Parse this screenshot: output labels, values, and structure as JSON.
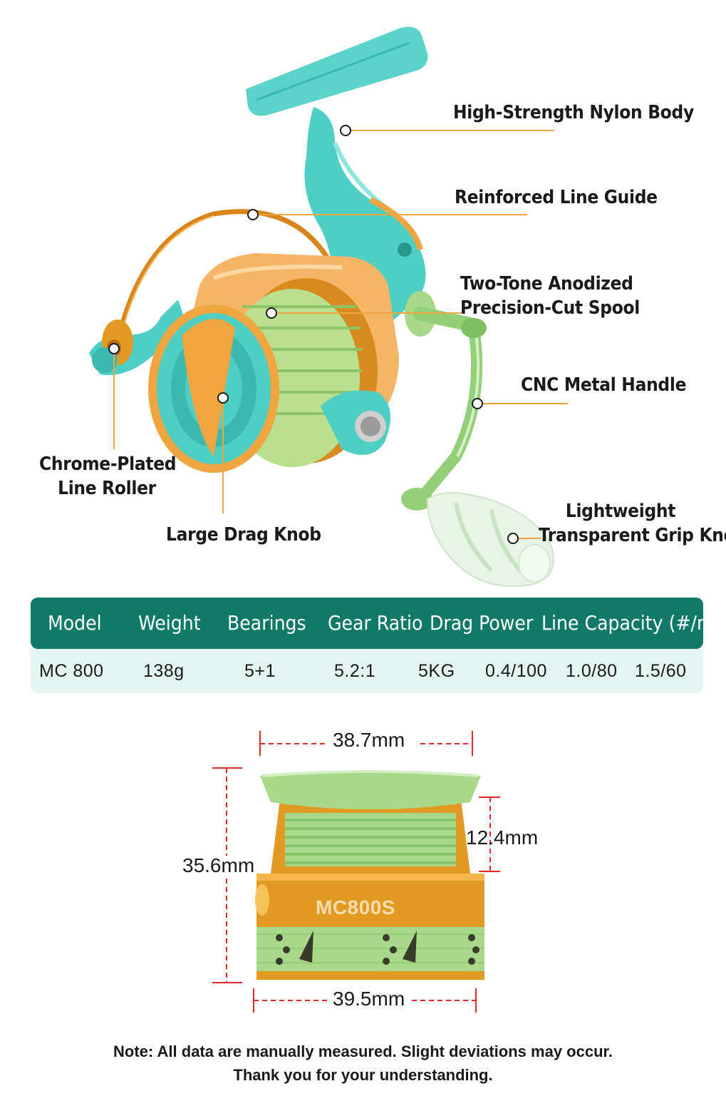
{
  "colors": {
    "teal_body": "#4fcfc4",
    "orange_accent": "#f0a640",
    "gold": "#e39a22",
    "green_metal": "#a8d98a",
    "header_green": "#117a66",
    "row_bg": "#e3f4f1",
    "dimension_red": "#e02b2b"
  },
  "callouts": {
    "body": "High-Strength Nylon Body",
    "line_guide": "Reinforced Line Guide",
    "spool_line1": "Two-Tone Anodized",
    "spool_line2": "Precision-Cut Spool",
    "handle": "CNC Metal Handle",
    "grip_line1": "Lightweight",
    "grip_line2": "Transparent Grip Knob",
    "roller_line1": "Chrome-Plated",
    "roller_line2": "Line Roller",
    "drag_knob": "Large Drag Knob"
  },
  "specs": {
    "headers": [
      "Model",
      "Weight",
      "Bearings",
      "Gear Ratio",
      "Drag Power",
      "Line Capacity (#/m)"
    ],
    "row": {
      "model": "MC 800",
      "weight": "138g",
      "bearings": "5+1",
      "gear_ratio": "5.2:1",
      "drag_power": "5KG",
      "capacity_1": "0.4/100",
      "capacity_2": "1.0/80",
      "capacity_3": "1.5/60"
    }
  },
  "spool": {
    "engraving": "MC800S",
    "top_width": "38.7mm",
    "height": "35.6mm",
    "line_depth": "12.4mm",
    "bottom_width": "39.5mm"
  },
  "note": {
    "line1": "Note: All data are manually measured. Slight deviations may occur.",
    "line2": "Thank you for your understanding."
  }
}
